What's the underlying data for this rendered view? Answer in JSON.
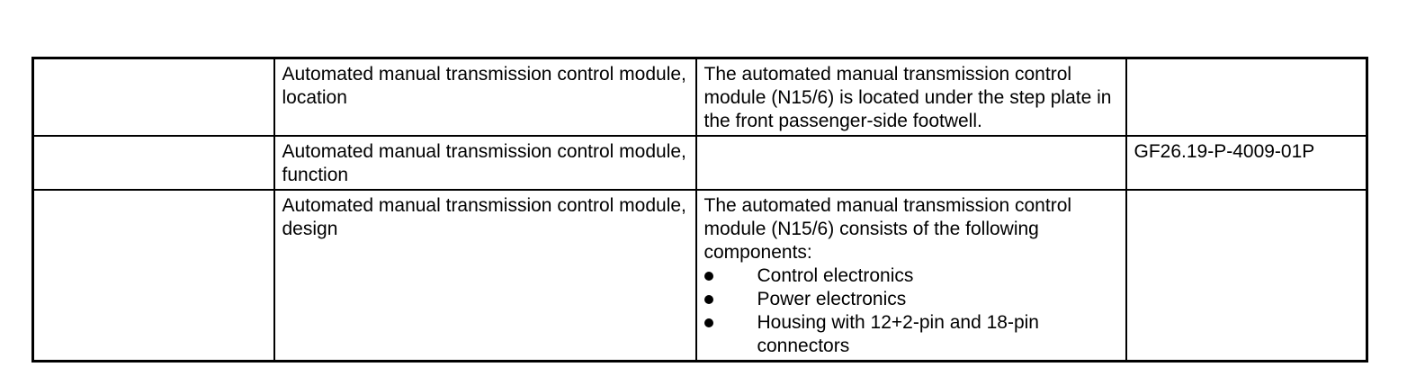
{
  "page": {
    "background_color": "#ffffff",
    "text_color": "#000000",
    "border_color": "#000000"
  },
  "document_table": {
    "columns": [
      "category",
      "topic",
      "description",
      "reference"
    ],
    "rows": [
      {
        "category": "",
        "topic": "Automated manual transmission control module, location",
        "description": "The automated manual transmission control module (N15/6) is located under the step plate in the front passenger-side footwell.",
        "reference": ""
      },
      {
        "category": "",
        "topic": "Automated manual transmission control module, function",
        "description": "",
        "reference": "GF26.19-P-4009-01P"
      },
      {
        "category": "",
        "topic": "Automated manual transmission control module, design",
        "description_intro": "The automated manual transmission control module (N15/6) consists of the following components:",
        "description_bullets": [
          "Control electronics",
          "Power electronics",
          "Housing with 12+2-pin and 18-pin connectors"
        ],
        "reference": ""
      }
    ]
  }
}
